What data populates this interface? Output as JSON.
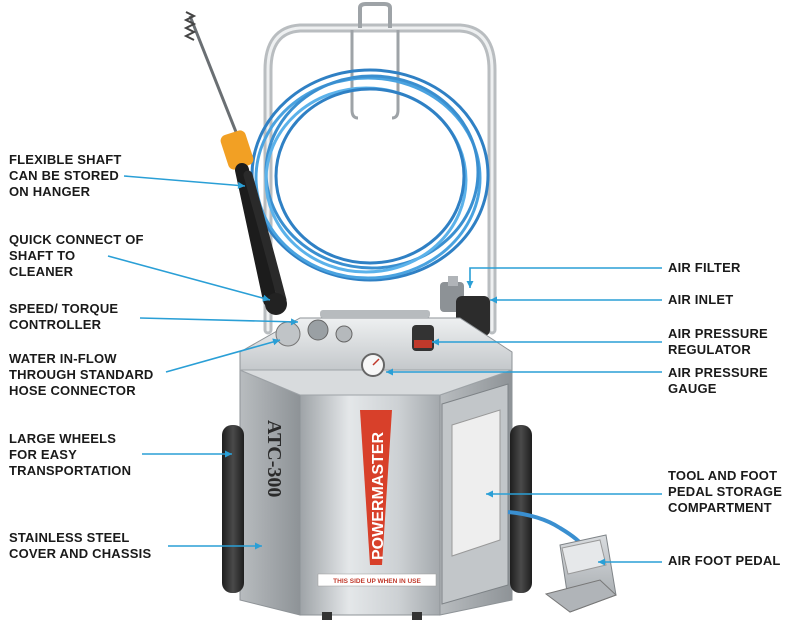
{
  "colors": {
    "leader_line": "#2a9fd6",
    "chassis_steel": "#c9cdd0",
    "hose_blue": "#3a8fd0",
    "brand_red": "#d8402a",
    "wheel": "#2b2b2b"
  },
  "left_labels": [
    {
      "lines": [
        "FLEXIBLE SHAFT",
        "CAN BE STORED",
        "ON HANGER"
      ]
    },
    {
      "lines": [
        "QUICK CONNECT OF",
        "SHAFT TO",
        "CLEANER"
      ]
    },
    {
      "lines": [
        "SPEED/ TORQUE",
        "CONTROLLER"
      ]
    },
    {
      "lines": [
        "WATER IN-FLOW",
        "THROUGH STANDARD",
        "HOSE CONNECTOR"
      ]
    },
    {
      "lines": [
        "LARGE WHEELS",
        "FOR EASY",
        "TRANSPORTATION"
      ]
    },
    {
      "lines": [
        "STAINLESS STEEL",
        "COVER AND CHASSIS"
      ]
    }
  ],
  "right_labels": [
    {
      "lines": [
        "AIR FILTER"
      ]
    },
    {
      "lines": [
        "AIR INLET"
      ]
    },
    {
      "lines": [
        "AIR PRESSURE",
        "REGULATOR"
      ]
    },
    {
      "lines": [
        "AIR PRESSURE",
        "GAUGE"
      ]
    },
    {
      "lines": [
        "TOOL AND FOOT",
        "PEDAL STORAGE",
        "COMPARTMENT"
      ]
    },
    {
      "lines": [
        "AIR FOOT PEDAL"
      ]
    }
  ],
  "machine": {
    "model": "ATC-300",
    "brand": "POWERMASTER",
    "base_notice": "THIS SIDE UP WHEN IN USE"
  }
}
